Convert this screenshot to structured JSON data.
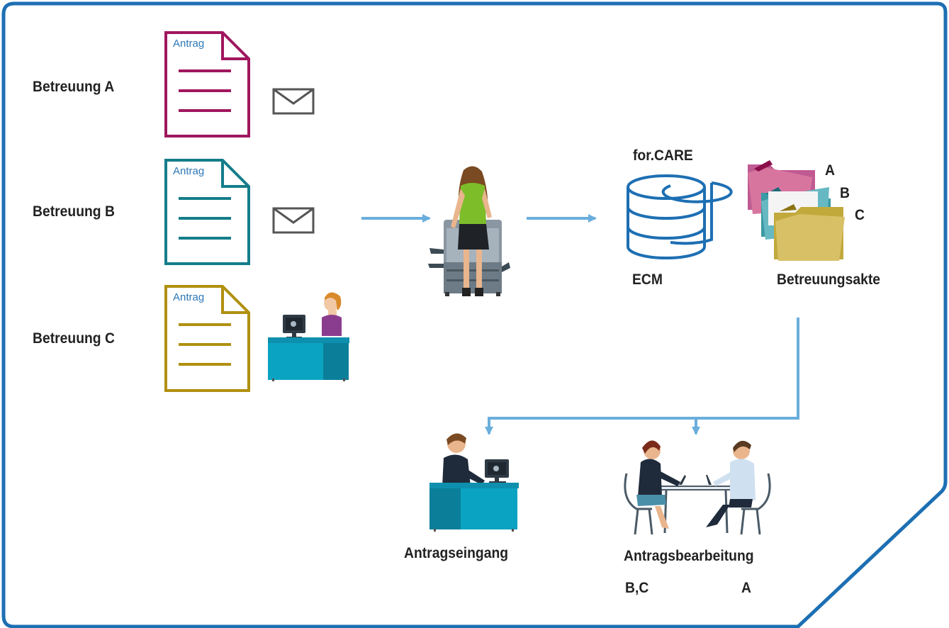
{
  "colors": {
    "frame": "#1d6fb3",
    "arrow": "#6aaedc",
    "doc_a": "#a0175e",
    "doc_b": "#157d8a",
    "doc_c": "#b09010",
    "text": "#222222",
    "doc_label": "#2e78b7"
  },
  "rows": [
    {
      "label": "Betreuung A",
      "doc_label": "Antrag",
      "channel_icon": "envelope-icon"
    },
    {
      "label": "Betreuung B",
      "doc_label": "Antrag",
      "channel_icon": "envelope-icon"
    },
    {
      "label": "Betreuung C",
      "doc_label": "Antrag",
      "channel_icon": "desk-worker-icon"
    }
  ],
  "system": {
    "top_label": "for.CARE",
    "bottom_label": "ECM",
    "icon": "database-icon"
  },
  "folders": {
    "letters": [
      "A",
      "B",
      "C"
    ],
    "caption": "Betreuungsakte",
    "icon": "folder-stack-icon"
  },
  "scanner": {
    "icon": "woman-at-scanner-icon"
  },
  "bottom": {
    "intake": {
      "label": "Antragseingang",
      "icon": "clerk-at-desk-icon"
    },
    "processing": {
      "label": "Antragsbearbeitung",
      "icon": "meeting-table-icon",
      "left_cases": "B,C",
      "right_cases": "A"
    }
  }
}
